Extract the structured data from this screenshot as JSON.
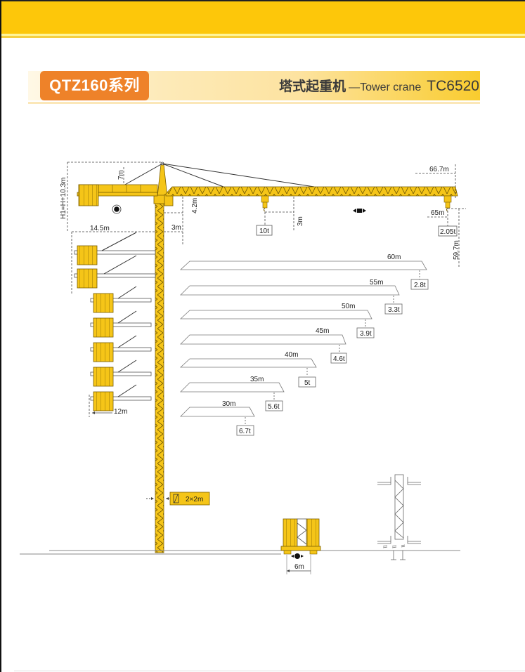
{
  "header": {
    "series_badge": "QTZ160系列",
    "title_cn": "塔式起重机",
    "title_en": "—Tower crane",
    "model": "TC6520",
    "colors": {
      "band": "#fdc70a",
      "badge": "#ee8229",
      "crane": "#f5c518"
    }
  },
  "crane": {
    "height_label": "H1=H+10.3m",
    "top_height_label": "7m",
    "counter_jib_label": "14.5m",
    "tower_offset_label": "3m",
    "jib_height_label": "4.2m",
    "min_radius_label": "3m",
    "max_jib_label": "66.7m",
    "tip_radius_label": "65m",
    "tip_hook_height_label": "59.7m",
    "max_load": "10t",
    "tip_load": "2.05t",
    "counterweight_spread_label": "12m",
    "mast_section_label": "2×2m",
    "base_label": "6m"
  },
  "chart_data": {
    "type": "table",
    "title": "TC6520 jib length vs tip load",
    "columns": [
      "jib_length",
      "tip_load"
    ],
    "rows": [
      {
        "jib": "60m",
        "load": "2.8t"
      },
      {
        "jib": "55m",
        "load": "3.3t"
      },
      {
        "jib": "50m",
        "load": "3.9t"
      },
      {
        "jib": "45m",
        "load": "4.6t"
      },
      {
        "jib": "40m",
        "load": "5t"
      },
      {
        "jib": "35m",
        "load": "5.6t"
      },
      {
        "jib": "30m",
        "load": "6.7t"
      }
    ]
  }
}
